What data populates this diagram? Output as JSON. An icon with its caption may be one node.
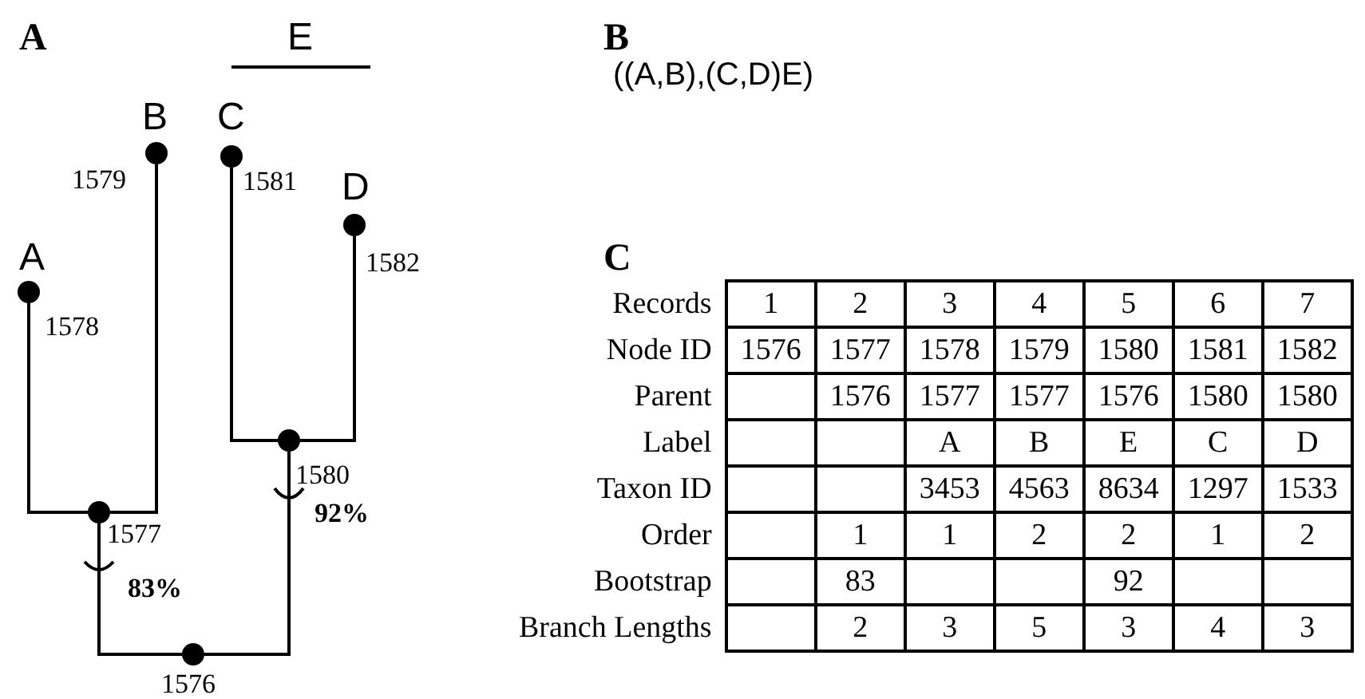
{
  "diagram": {
    "nodes": [
      {
        "text": [],
        "shape": "circle",
        "beside": [
          "1576"
        ]
      },
      {
        "text": [],
        "shape": "circle",
        "beside": [
          "1577"
        ]
      },
      {
        "text": [],
        "shape": "circle",
        "beside": [
          "A",
          "1578"
        ]
      },
      {
        "text": [],
        "shape": "circle",
        "beside": [
          "B",
          "1579"
        ]
      },
      {
        "text": [],
        "shape": "circle",
        "beside": [
          "1580"
        ]
      },
      {
        "text": [],
        "shape": "circle",
        "beside": [
          "C",
          "1581"
        ]
      },
      {
        "text": [],
        "shape": "circle",
        "beside": [
          "D",
          "1582"
        ]
      }
    ],
    "edges": [
      {
        "from": 0,
        "to": 1,
        "arrow": "none",
        "label": "83%"
      },
      {
        "from": 0,
        "to": 4,
        "arrow": "none",
        "label": "92%"
      },
      {
        "from": 1,
        "to": 2,
        "arrow": "none"
      },
      {
        "from": 1,
        "to": 3,
        "arrow": "none"
      },
      {
        "from": 4,
        "to": 5,
        "arrow": "none"
      },
      {
        "from": 4,
        "to": 6,
        "arrow": "none"
      }
    ],
    "labels": [
      "A",
      "E",
      "B",
      "((A,B),(C,D)E)",
      "C",
      "Records",
      "1",
      "2",
      "3",
      "4",
      "5",
      "6",
      "7",
      "Node ID",
      "1576",
      "1577",
      "1578",
      "1579",
      "1580",
      "1581",
      "1582",
      "Parent",
      "1576",
      "1577",
      "1577",
      "1576",
      "1580",
      "1580",
      "Label",
      "A",
      "B",
      "E",
      "C",
      "D",
      "Taxon ID",
      "3453",
      "4563",
      "8634",
      "1297",
      "1533",
      "Order",
      "1",
      "1",
      "2",
      "2",
      "1",
      "2",
      "Bootstrap",
      "83",
      "92",
      "Branch Lengths",
      "2",
      "3",
      "5",
      "3",
      "4",
      "3"
    ]
  }
}
